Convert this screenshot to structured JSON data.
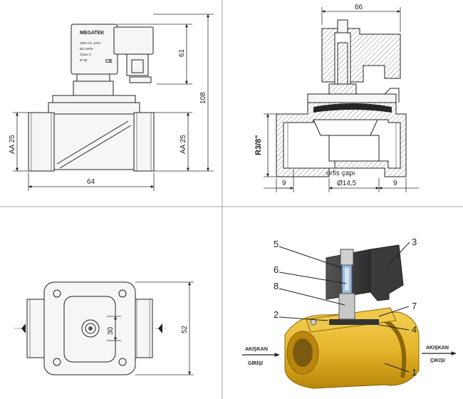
{
  "front_view": {
    "coil_brand": "MEGATEK",
    "coil_spec": [
      "220V AC 10VA",
      "ED 100%",
      "Class H",
      "IP 65"
    ],
    "ce_mark": "CE",
    "dim_width": "64",
    "dim_port_left": "AA 25",
    "dim_port_right": "AA 25",
    "dim_coil_height": "61",
    "dim_total_height": "108"
  },
  "section_view": {
    "dim_width": "66",
    "dim_thread": "R3/8\"",
    "dim_left": "9",
    "dim_orifice": "Ø14,5",
    "dim_right": "9",
    "orifice_label": "orfis çapı"
  },
  "bottom_view": {
    "dim_height": "52",
    "dim_inner": "30"
  },
  "cutaway_view": {
    "callouts": [
      "5",
      "3",
      "6",
      "8",
      "2",
      "7",
      "4",
      "1"
    ],
    "inlet_label_1": "AKIŞKAN",
    "inlet_label_2": "GİRİŞİ",
    "outlet_label_1": "AKIŞKAN",
    "outlet_label_2": "ÇIKIŞI"
  },
  "colors": {
    "brass": "#e5b52a",
    "brass_dark": "#b8860b",
    "coil_dark": "#3a3a3a",
    "plunger_blue": "#9fb8d8"
  }
}
